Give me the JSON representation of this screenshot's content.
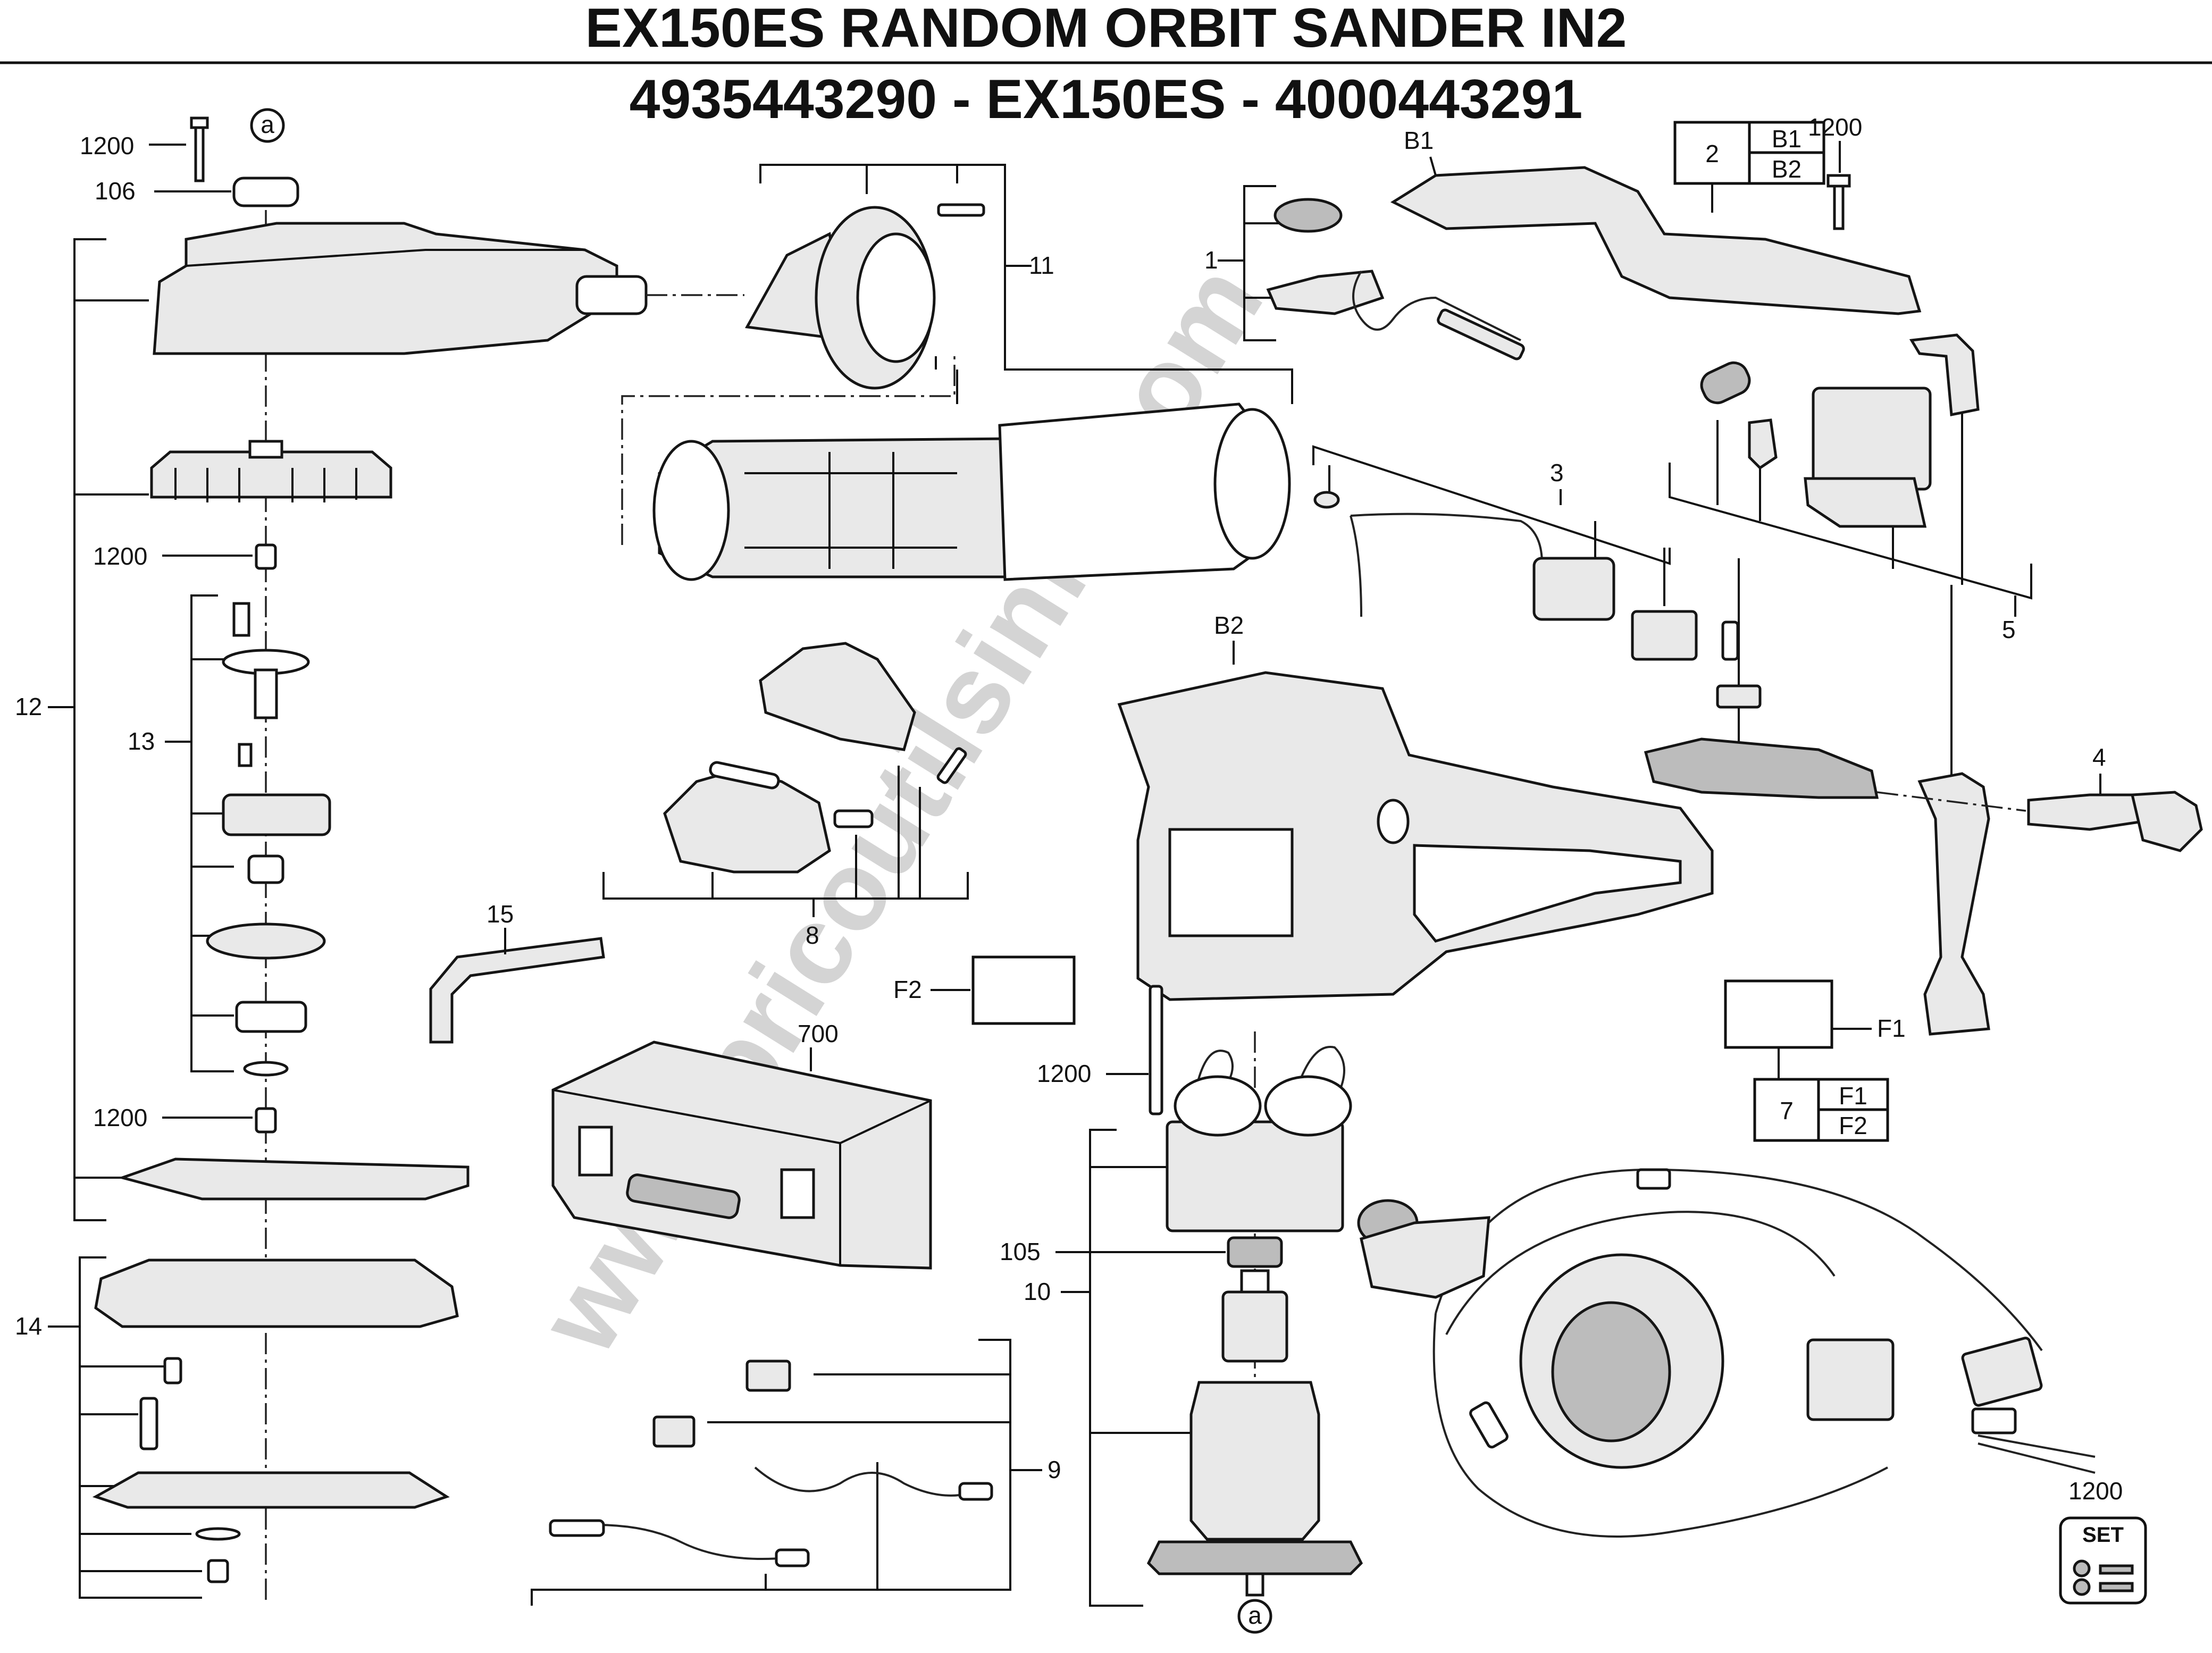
{
  "title": {
    "line1": "EX150ES RANDOM ORBIT SANDER IN2",
    "line2": "4935443290 - EX150ES - 4000443291"
  },
  "watermark": "www.bricoutilsinfo.com",
  "labels": {
    "p1200a": "1200",
    "p106": "106",
    "circle_a_top": "a",
    "p1200b": "1200",
    "p13": "13",
    "p12": "12",
    "p1200c": "1200",
    "p14": "14",
    "p11": "11",
    "p15": "15",
    "p8": "8",
    "f2": "F2",
    "p700": "700",
    "p9": "9",
    "b1": "B1",
    "box2_num": "2",
    "box2_b1": "B1",
    "box2_b2": "B2",
    "p1200d": "1200",
    "p1": "1",
    "p3": "3",
    "p5": "5",
    "b2": "B2",
    "p4": "4",
    "f1": "F1",
    "box7_num": "7",
    "box7_f1": "F1",
    "box7_f2": "F2",
    "p1200e": "1200",
    "p105": "105",
    "p10": "10",
    "circle_a_bottom": "a",
    "p1200f": "1200",
    "set_badge": "SET"
  }
}
